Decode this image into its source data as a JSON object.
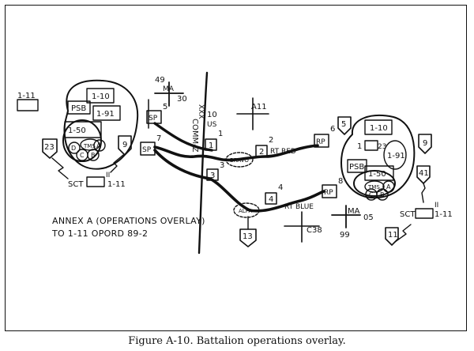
{
  "figure": {
    "caption": "Figure A-10. Battalion operations overlay.",
    "annex_line1": "ANNEX A (OPERATIONS OVERLAY)",
    "annex_line2": "TO 1-11 OPORD 89-2"
  },
  "boundary": {
    "label": "COMM-Z",
    "echelon": "XXX"
  },
  "points": {
    "ma30_top": "49",
    "ma30": "MA",
    "ma30_right": "30",
    "sp_north_num": "5",
    "sp_north": "SP",
    "sp_south_num": "7",
    "sp_south": "SP",
    "pt1_top": "10",
    "pt1_unit": "US",
    "pt1_num": "1",
    "pt1_box": "1",
    "pt2_num": "2",
    "pt2_box": "2",
    "pt3_num": "3",
    "pt3_box": "3",
    "pt4_num": "4",
    "pt4_box": "4",
    "rp_east_num": "6",
    "rp_east": "RP",
    "rp_south_num": "8",
    "rp_south": "RP",
    "a11": "A11",
    "c38": "C38",
    "ma05": "MA",
    "ma05_right": "05",
    "ma05_bottom": "99",
    "route_red": "RT RED",
    "route_blue": "RT BLUE",
    "bravo": "BRAVO",
    "alpha": "ALPA",
    "marker_13": "13",
    "marker_9": "9",
    "marker_23": "23",
    "marker_5": "5",
    "marker_41": "41",
    "marker_11": "11"
  },
  "west": {
    "unit_1_11": "1-11",
    "unit_1_10": "1-10",
    "psb": "PSB",
    "unit_1_91": "1-91",
    "unit_1_50": "1-50",
    "tms": "TMS",
    "d": "D",
    "a": "A",
    "c": "C",
    "b": "B",
    "sct": "SCT",
    "sct_unit": "1-11",
    "sct_mark": "II"
  },
  "east": {
    "unit_1_10": "1-10",
    "unit_1": "1",
    "unit_23": "23",
    "psb": "PSB",
    "unit_1_91": "1-91",
    "unit_1_50": "1-50",
    "tms": "TMS",
    "a": "A",
    "c": "C",
    "b": "B",
    "sct": "SCT",
    "sct_unit": "1-11",
    "sct_mark": "II"
  }
}
